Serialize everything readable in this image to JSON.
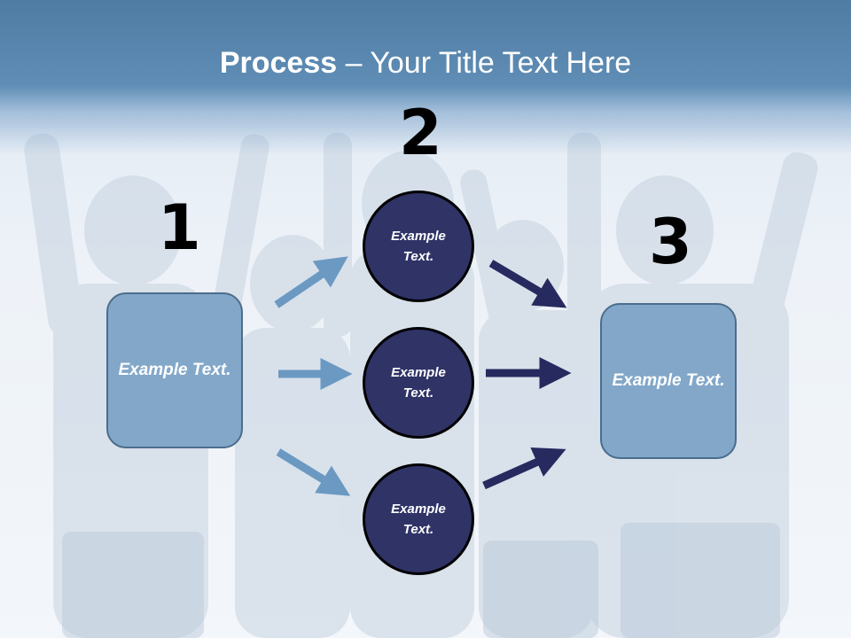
{
  "title": {
    "bold": "Process",
    "rest": " – Your Title Text Here"
  },
  "steps": {
    "one": "1",
    "two": "2",
    "three": "3"
  },
  "left_box": {
    "text": "Example Text."
  },
  "right_box": {
    "text": "Example Text."
  },
  "circles": [
    {
      "text": "Example Text."
    },
    {
      "text": "Example Text."
    },
    {
      "text": "Example Text."
    }
  ],
  "colors": {
    "header": "#5f8db5",
    "box_fill": "#82a7c9",
    "circle_fill": "#2f3366",
    "arrow_light": "#6b99c2",
    "arrow_dark": "#262a5e"
  }
}
